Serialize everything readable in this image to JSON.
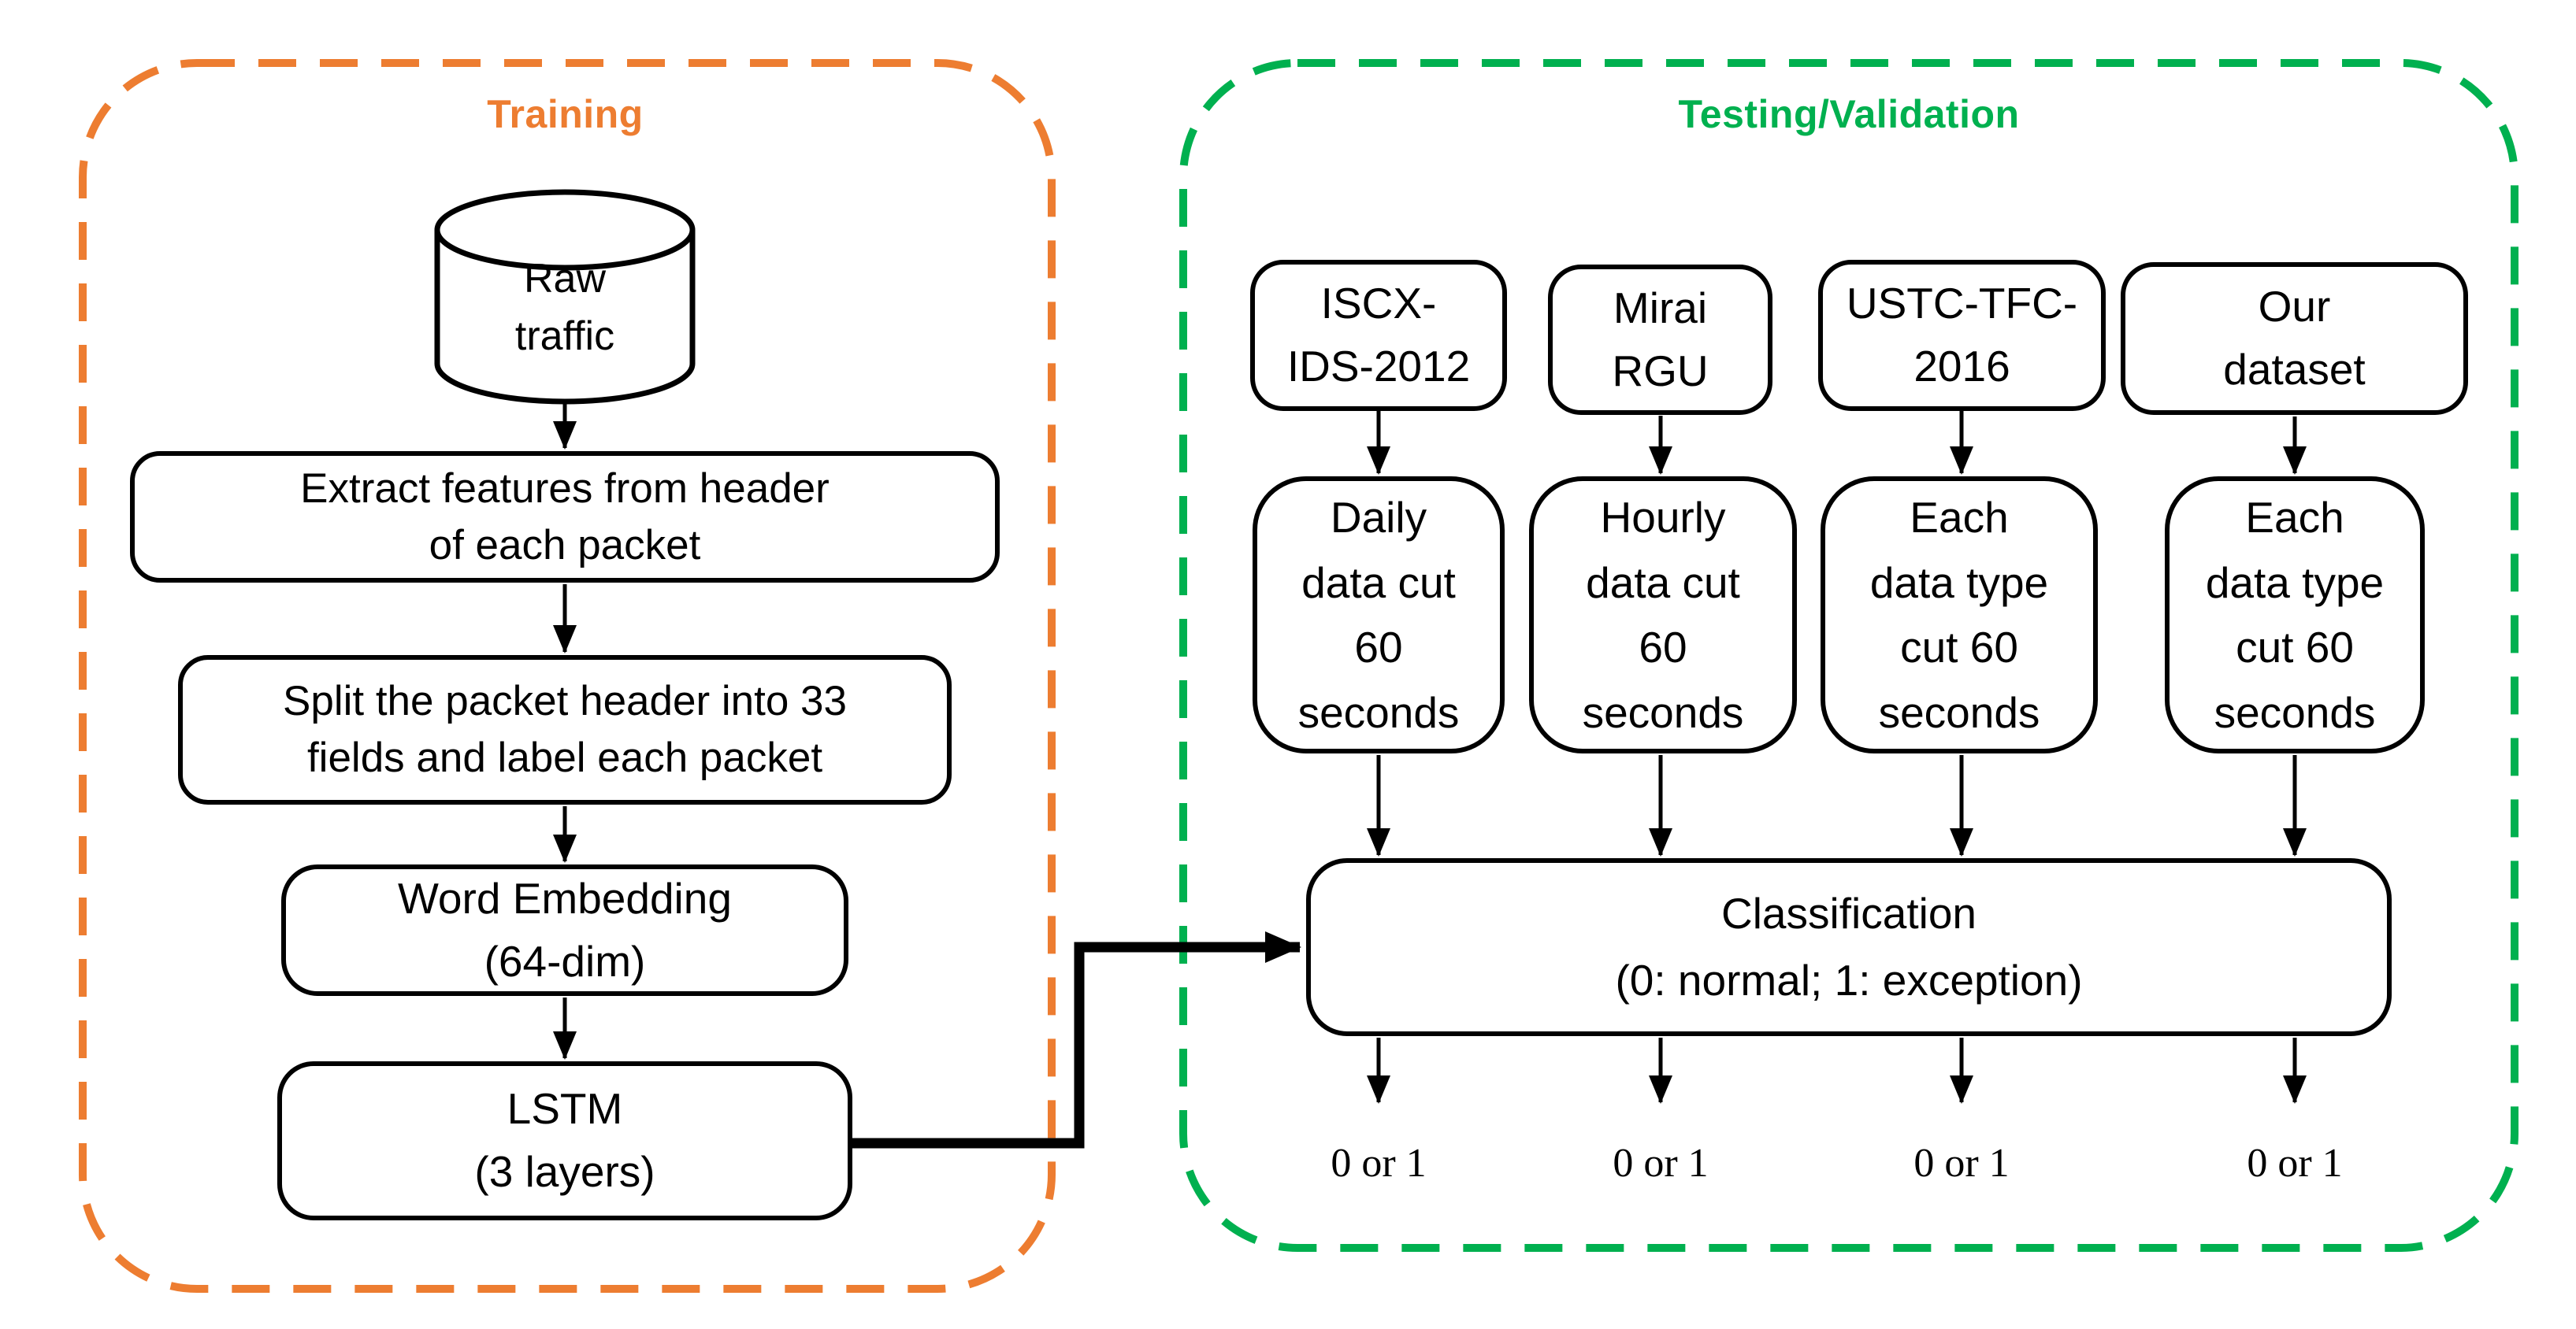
{
  "colors": {
    "training_accent": "#ED7D31",
    "testing_accent": "#00B04F",
    "line": "#000000",
    "box_fill": "#FFFFFF"
  },
  "training": {
    "title": "Training",
    "source": {
      "label": "Raw\ntraffic"
    },
    "steps": [
      {
        "label": "Extract features from header\nof each packet"
      },
      {
        "label": "Split the packet header into 33\nfields and label each packet"
      },
      {
        "label": "Word Embedding\n(64-dim)"
      },
      {
        "label": "LSTM\n(3 layers)"
      }
    ]
  },
  "testing": {
    "title": "Testing/Validation",
    "classifier_label": "Classification\n(0: normal; 1: exception)",
    "columns": [
      {
        "dataset": "ISCX-\nIDS-2012",
        "preprocess": "Daily\ndata cut\n60\nseconds",
        "output": "0 or 1"
      },
      {
        "dataset": "Mirai\nRGU",
        "preprocess": "Hourly\ndata cut\n60\nseconds",
        "output": "0 or 1"
      },
      {
        "dataset": "USTC-TFC-\n2016",
        "preprocess": "Each\ndata type\ncut 60\nseconds",
        "output": "0 or 1"
      },
      {
        "dataset": "Our\ndataset",
        "preprocess": "Each\ndata type\ncut 60\nseconds",
        "output": "0 or 1"
      }
    ]
  }
}
